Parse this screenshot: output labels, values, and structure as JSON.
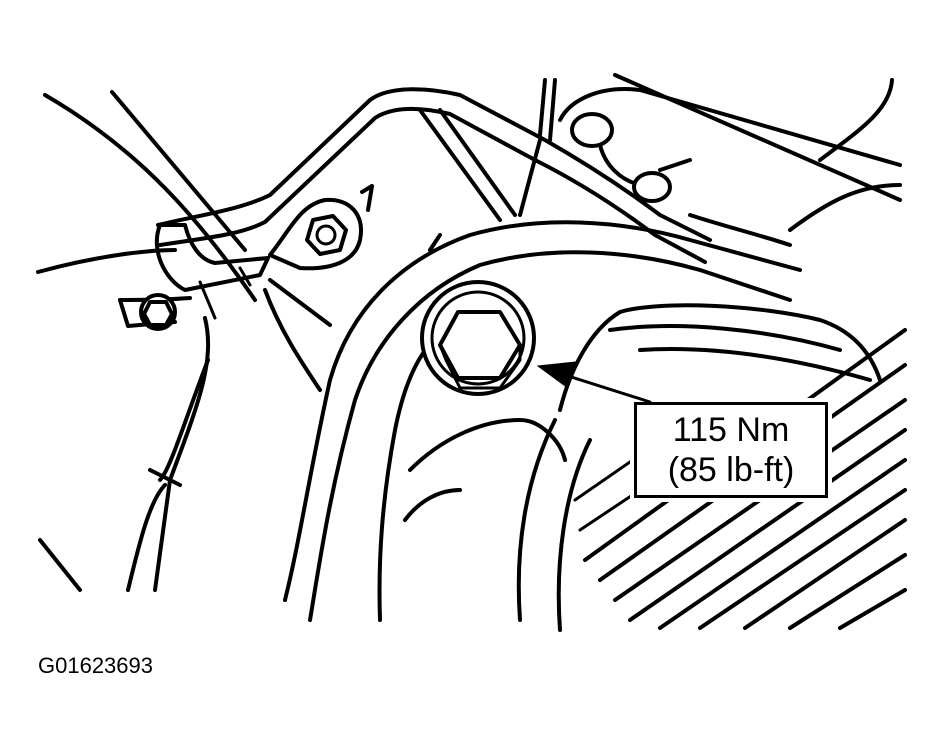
{
  "callout": {
    "line1": "115 Nm",
    "line2": "(85 lb-ft)"
  },
  "figure_id": "G01623693",
  "colors": {
    "line": "#000000",
    "background": "#ffffff"
  }
}
